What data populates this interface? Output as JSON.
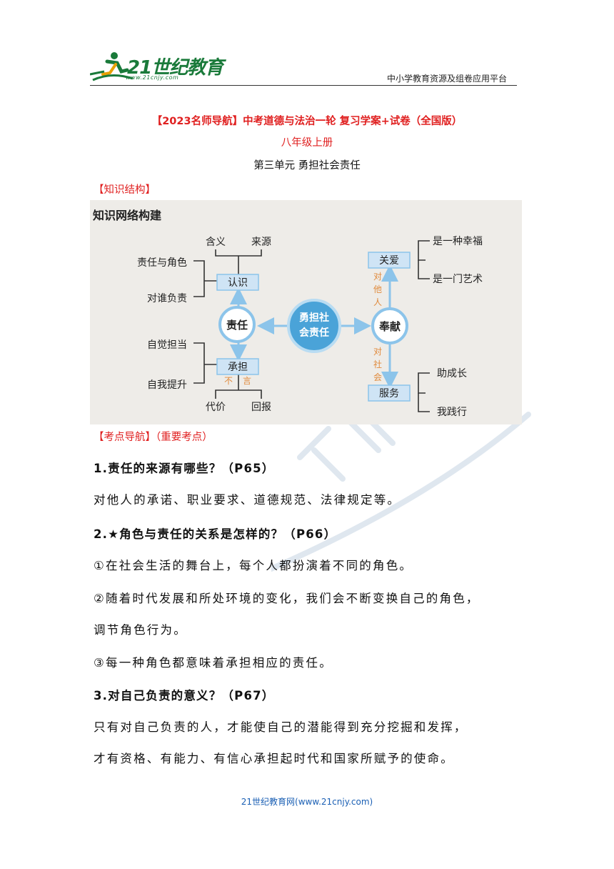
{
  "header": {
    "logo_text": "21世纪教育",
    "logo_url": "www.21cnjy.com",
    "right_text": "中小学教育资源及组卷应用平台"
  },
  "title": {
    "main": "【2023名师导航】中考道德与法治一轮 复习学案+试卷（全国版）",
    "grade": "八年级上册",
    "unit": "第三单元 勇担社会责任"
  },
  "sections": {
    "structure": "【知识结构】",
    "guide": "【考点导航】（重要考点）"
  },
  "diagram": {
    "heading": "知识网络构建",
    "center": [
      "勇担社",
      "会责任"
    ],
    "left_node": "责任",
    "right_node": "奉献",
    "renzhi": "认识",
    "chengdan": "承担",
    "top_items": [
      "含义",
      "来源"
    ],
    "renzhi_items": [
      "责任与角色",
      "对谁负责"
    ],
    "chengdan_items": [
      "自觉担当",
      "自我提升"
    ],
    "bottom_items": [
      "代价",
      "回报"
    ],
    "buyan": [
      "不",
      "言"
    ],
    "guanai": "关爱",
    "fuwu": "服务",
    "guanai_items": [
      "是一种幸福",
      "是一门艺术"
    ],
    "fuwu_items": [
      "助成长",
      "我践行"
    ],
    "dui_taren": [
      "对",
      "他",
      "人"
    ],
    "dui_shehui": [
      "对",
      "社",
      "会"
    ]
  },
  "content": {
    "q1": "1.责任的来源有哪些？（P65）",
    "a1": "对他人的承诺、职业要求、道德规范、法律规定等。",
    "q2": "2.★角色与责任的关系是怎样的？（P66）",
    "a2_1": "①在社会生活的舞台上，每个人都扮演着不同的角色。",
    "a2_2a": "②随着时代发展和所处环境的变化，我们会不断变换自己的角色，",
    "a2_2b": "调节角色行为。",
    "a2_3": "③每一种角色都意味着承担相应的责任。",
    "q3": "3.对自己负责的意义？（P67）",
    "a3a": "只有对自己负责的人，才能使自己的潜能得到充分挖掘和发挥，",
    "a3b": "才有资格、有能力、有信心承担起时代和国家所赋予的使命。"
  },
  "footer": "21世纪教育网(www.21cnjy.com)",
  "colors": {
    "red": "#e02020",
    "box_blue": "#cfe4f5",
    "node_blue": "#4aa3d8",
    "arrow_blue": "#8cc4ea",
    "orange": "#e08a3c",
    "logo_green": "#1a7a3a"
  }
}
